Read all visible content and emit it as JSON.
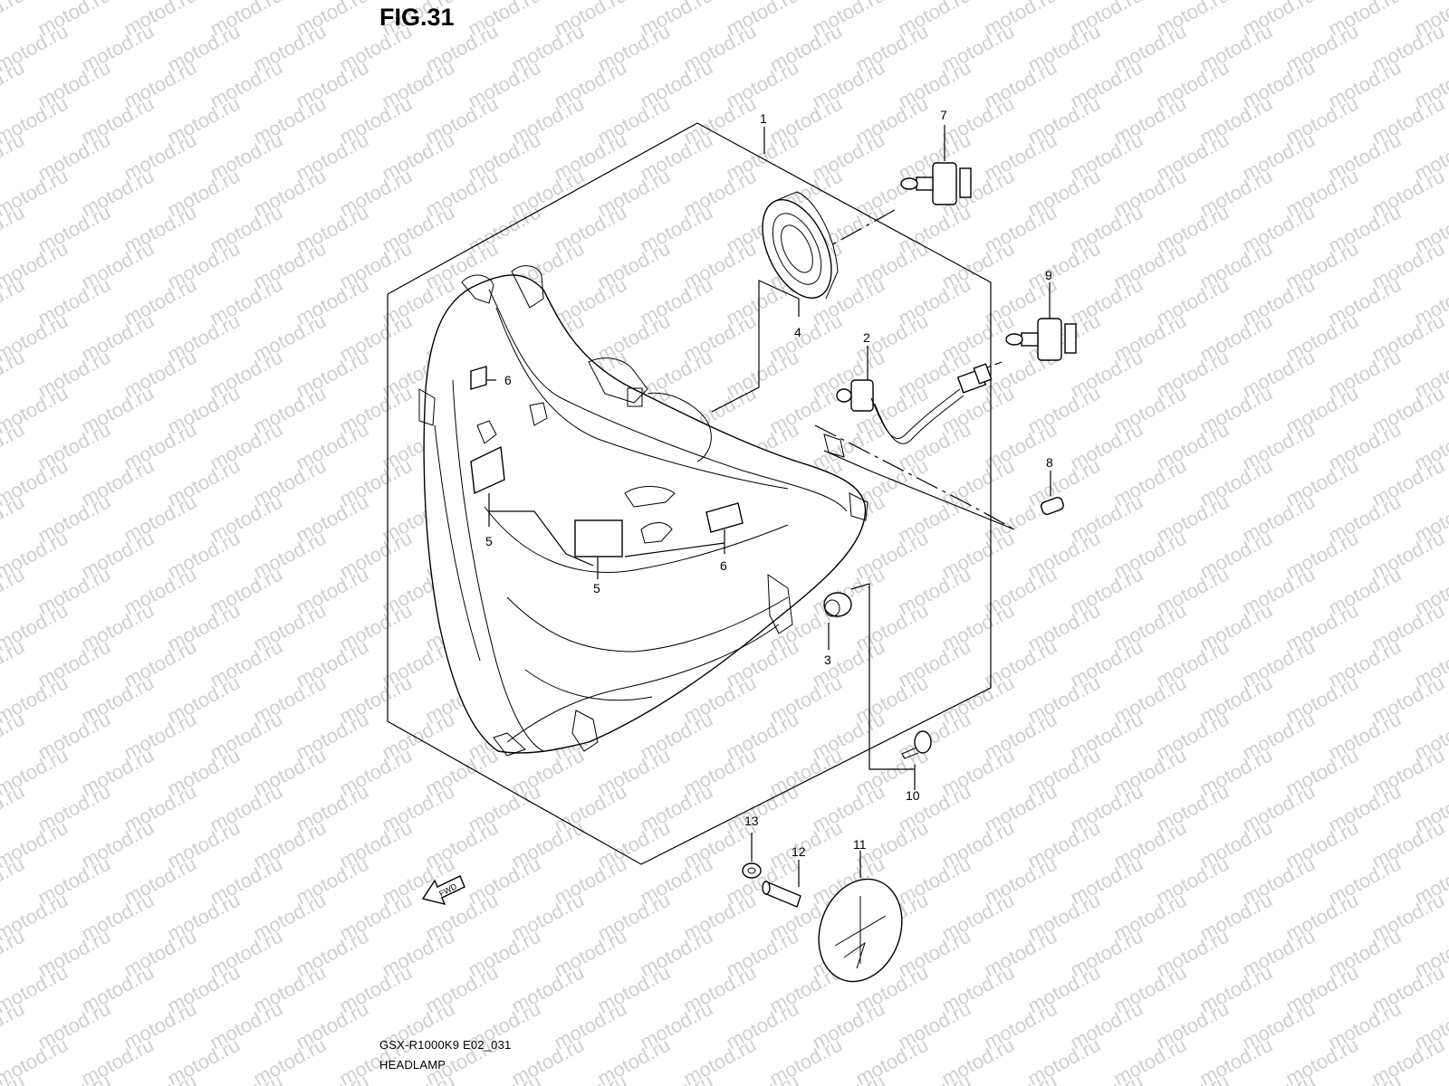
{
  "figure": {
    "title": "FIG.31",
    "model_code": "GSX-R1000K9 E02_031",
    "name": "HEADLAMP"
  },
  "watermark": "motod.ru",
  "fwd_label": "FWD",
  "callouts": {
    "p1": "1",
    "p2": "2",
    "p3": "3",
    "p4": "4",
    "p5a": "5",
    "p5b": "5",
    "p6a": "6",
    "p6b": "6",
    "p7": "7",
    "p8": "8",
    "p9": "9",
    "p10": "10",
    "p11": "11",
    "p12": "12",
    "p13": "13"
  }
}
